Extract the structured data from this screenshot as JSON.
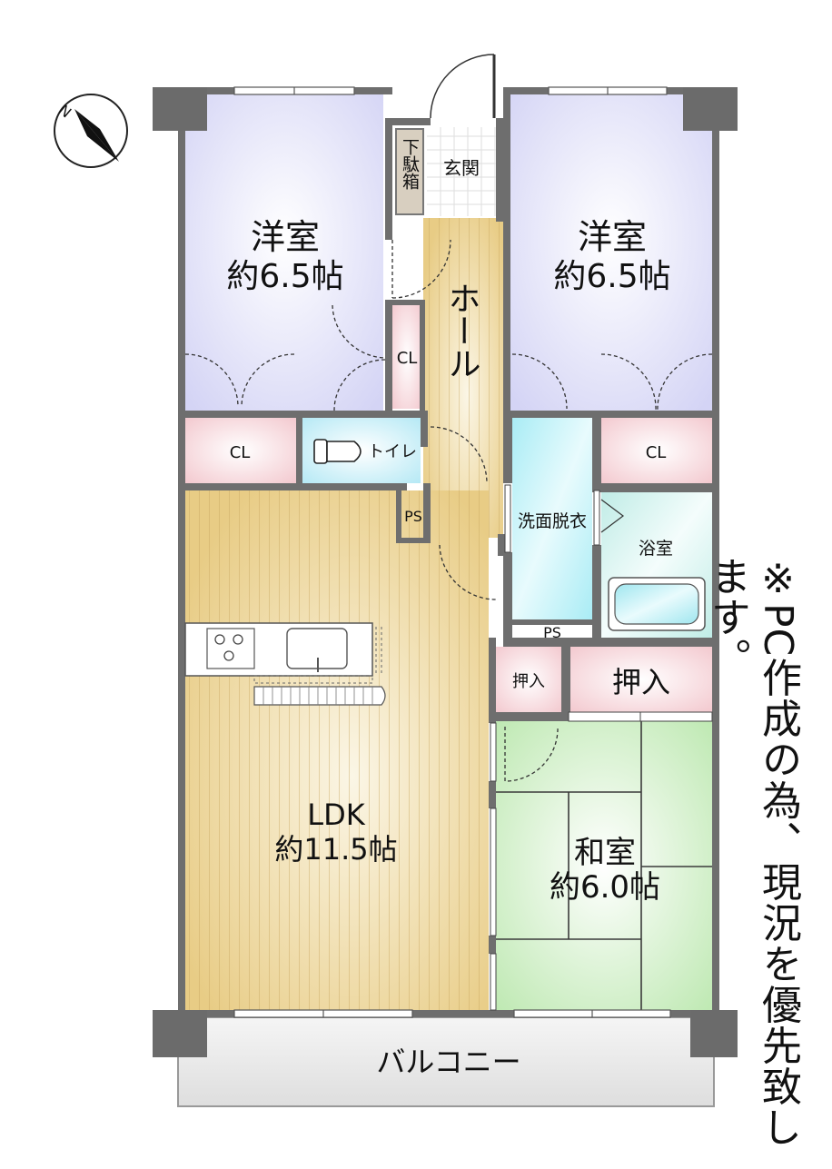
{
  "rooms": {
    "western_left": {
      "name": "洋室",
      "size": "約6.5帖"
    },
    "western_right": {
      "name": "洋室",
      "size": "約6.5帖"
    },
    "entrance": "玄関",
    "shoe_box": "下駄箱",
    "hall": "ホール",
    "closet_small": "CL",
    "closet_left": "CL",
    "closet_right": "CL",
    "toilet": "トイレ",
    "ps_upper": "PS",
    "washroom": "洗面脱衣",
    "bathroom": "浴室",
    "ps_lower": "PS",
    "oshiire_small": "押入",
    "oshiire_large": "押入",
    "ldk": {
      "name": "LDK",
      "size": "約11.5帖"
    },
    "japanese": {
      "name": "和室",
      "size": "約6.0帖"
    },
    "balcony": "バルコニー"
  },
  "note": "※PC作成の為、現況を優先致します。",
  "compass": {
    "label": "N",
    "icon": "compass-north-icon"
  },
  "colors": {
    "wall": "#6e6e6e",
    "western": "#dcdcf7",
    "closet": "#f7d8dc",
    "toilet": "#c8eef7",
    "washroom": "#bdf1f6",
    "bath": "#d3f2ee",
    "wood": "#efd79c",
    "tatami": "#c9edbf",
    "balcony": "#e7e7e7"
  }
}
